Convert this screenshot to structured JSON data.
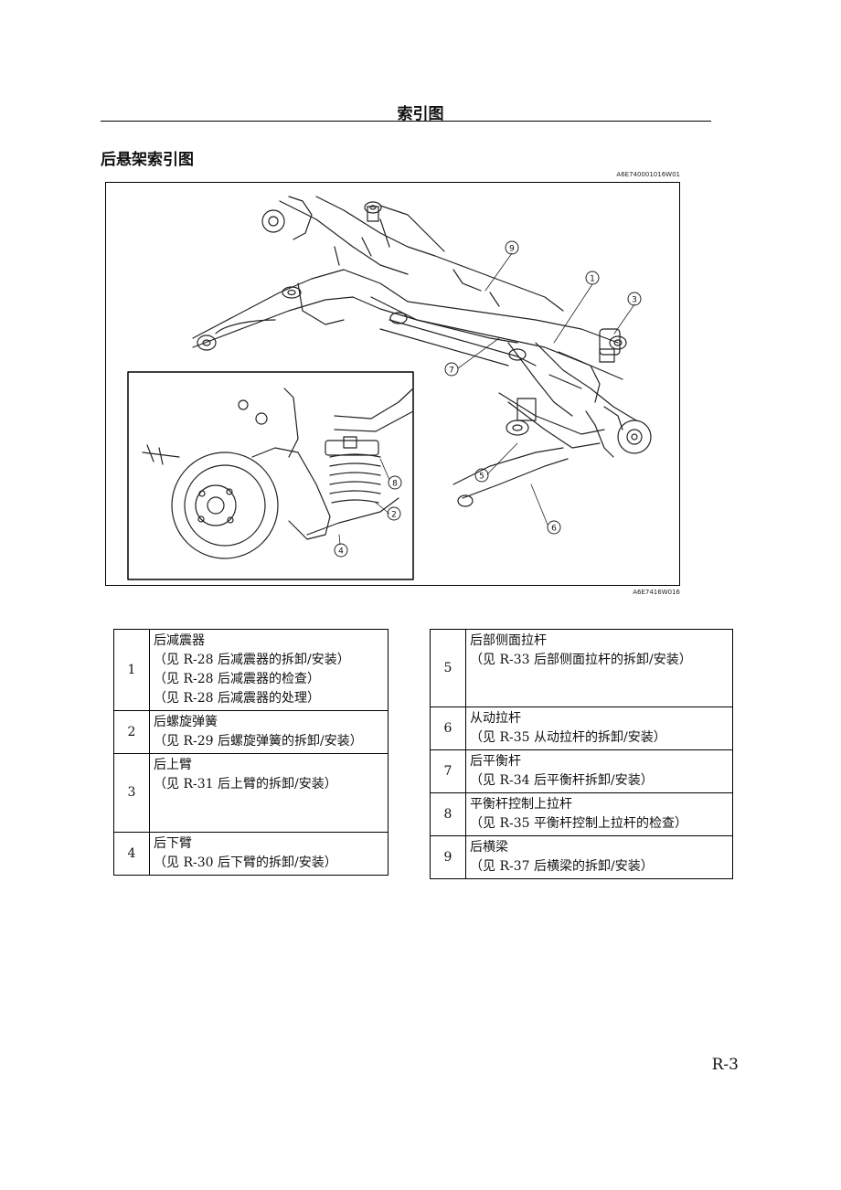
{
  "header": {
    "title": "索引图"
  },
  "section": {
    "heading": "后悬架索引图"
  },
  "figure": {
    "code_top": "A6E740001016W01",
    "code_bottom": "A6E7416W016",
    "callouts_main": [
      "9",
      "1",
      "3",
      "7",
      "5",
      "6"
    ],
    "callouts_inset": [
      "8",
      "2",
      "4"
    ]
  },
  "parts_left": [
    {
      "num": "1",
      "name": "后减震器",
      "refs": [
        "（见 R-28 后减震器的拆卸/安装）",
        "（见 R-28 后减震器的检查）",
        "（见 R-28 后减震器的处理）"
      ]
    },
    {
      "num": "2",
      "name": "后螺旋弹簧",
      "refs": [
        "（见 R-29 后螺旋弹簧的拆卸/安装）"
      ]
    },
    {
      "num": "3",
      "name": "后上臂",
      "refs": [
        "（见 R-31 后上臂的拆卸/安装）"
      ]
    },
    {
      "num": "4",
      "name": "后下臂",
      "refs": [
        "（见 R-30 后下臂的拆卸/安装）"
      ]
    }
  ],
  "parts_right": [
    {
      "num": "5",
      "name": "后部侧面拉杆",
      "refs": [
        "（见 R-33 后部侧面拉杆的拆卸/安装）"
      ]
    },
    {
      "num": "6",
      "name": "从动拉杆",
      "refs": [
        "（见 R-35 从动拉杆的拆卸/安装）"
      ]
    },
    {
      "num": "7",
      "name": "后平衡杆",
      "refs": [
        "（见 R-34 后平衡杆拆卸/安装）"
      ]
    },
    {
      "num": "8",
      "name": "平衡杆控制上拉杆",
      "refs": [
        "（见 R-35 平衡杆控制上拉杆的检查）"
      ]
    },
    {
      "num": "9",
      "name": "后横梁",
      "refs": [
        "（见 R-37 后横梁的拆卸/安装）"
      ]
    }
  ],
  "footer": {
    "page_number": "R-3"
  }
}
